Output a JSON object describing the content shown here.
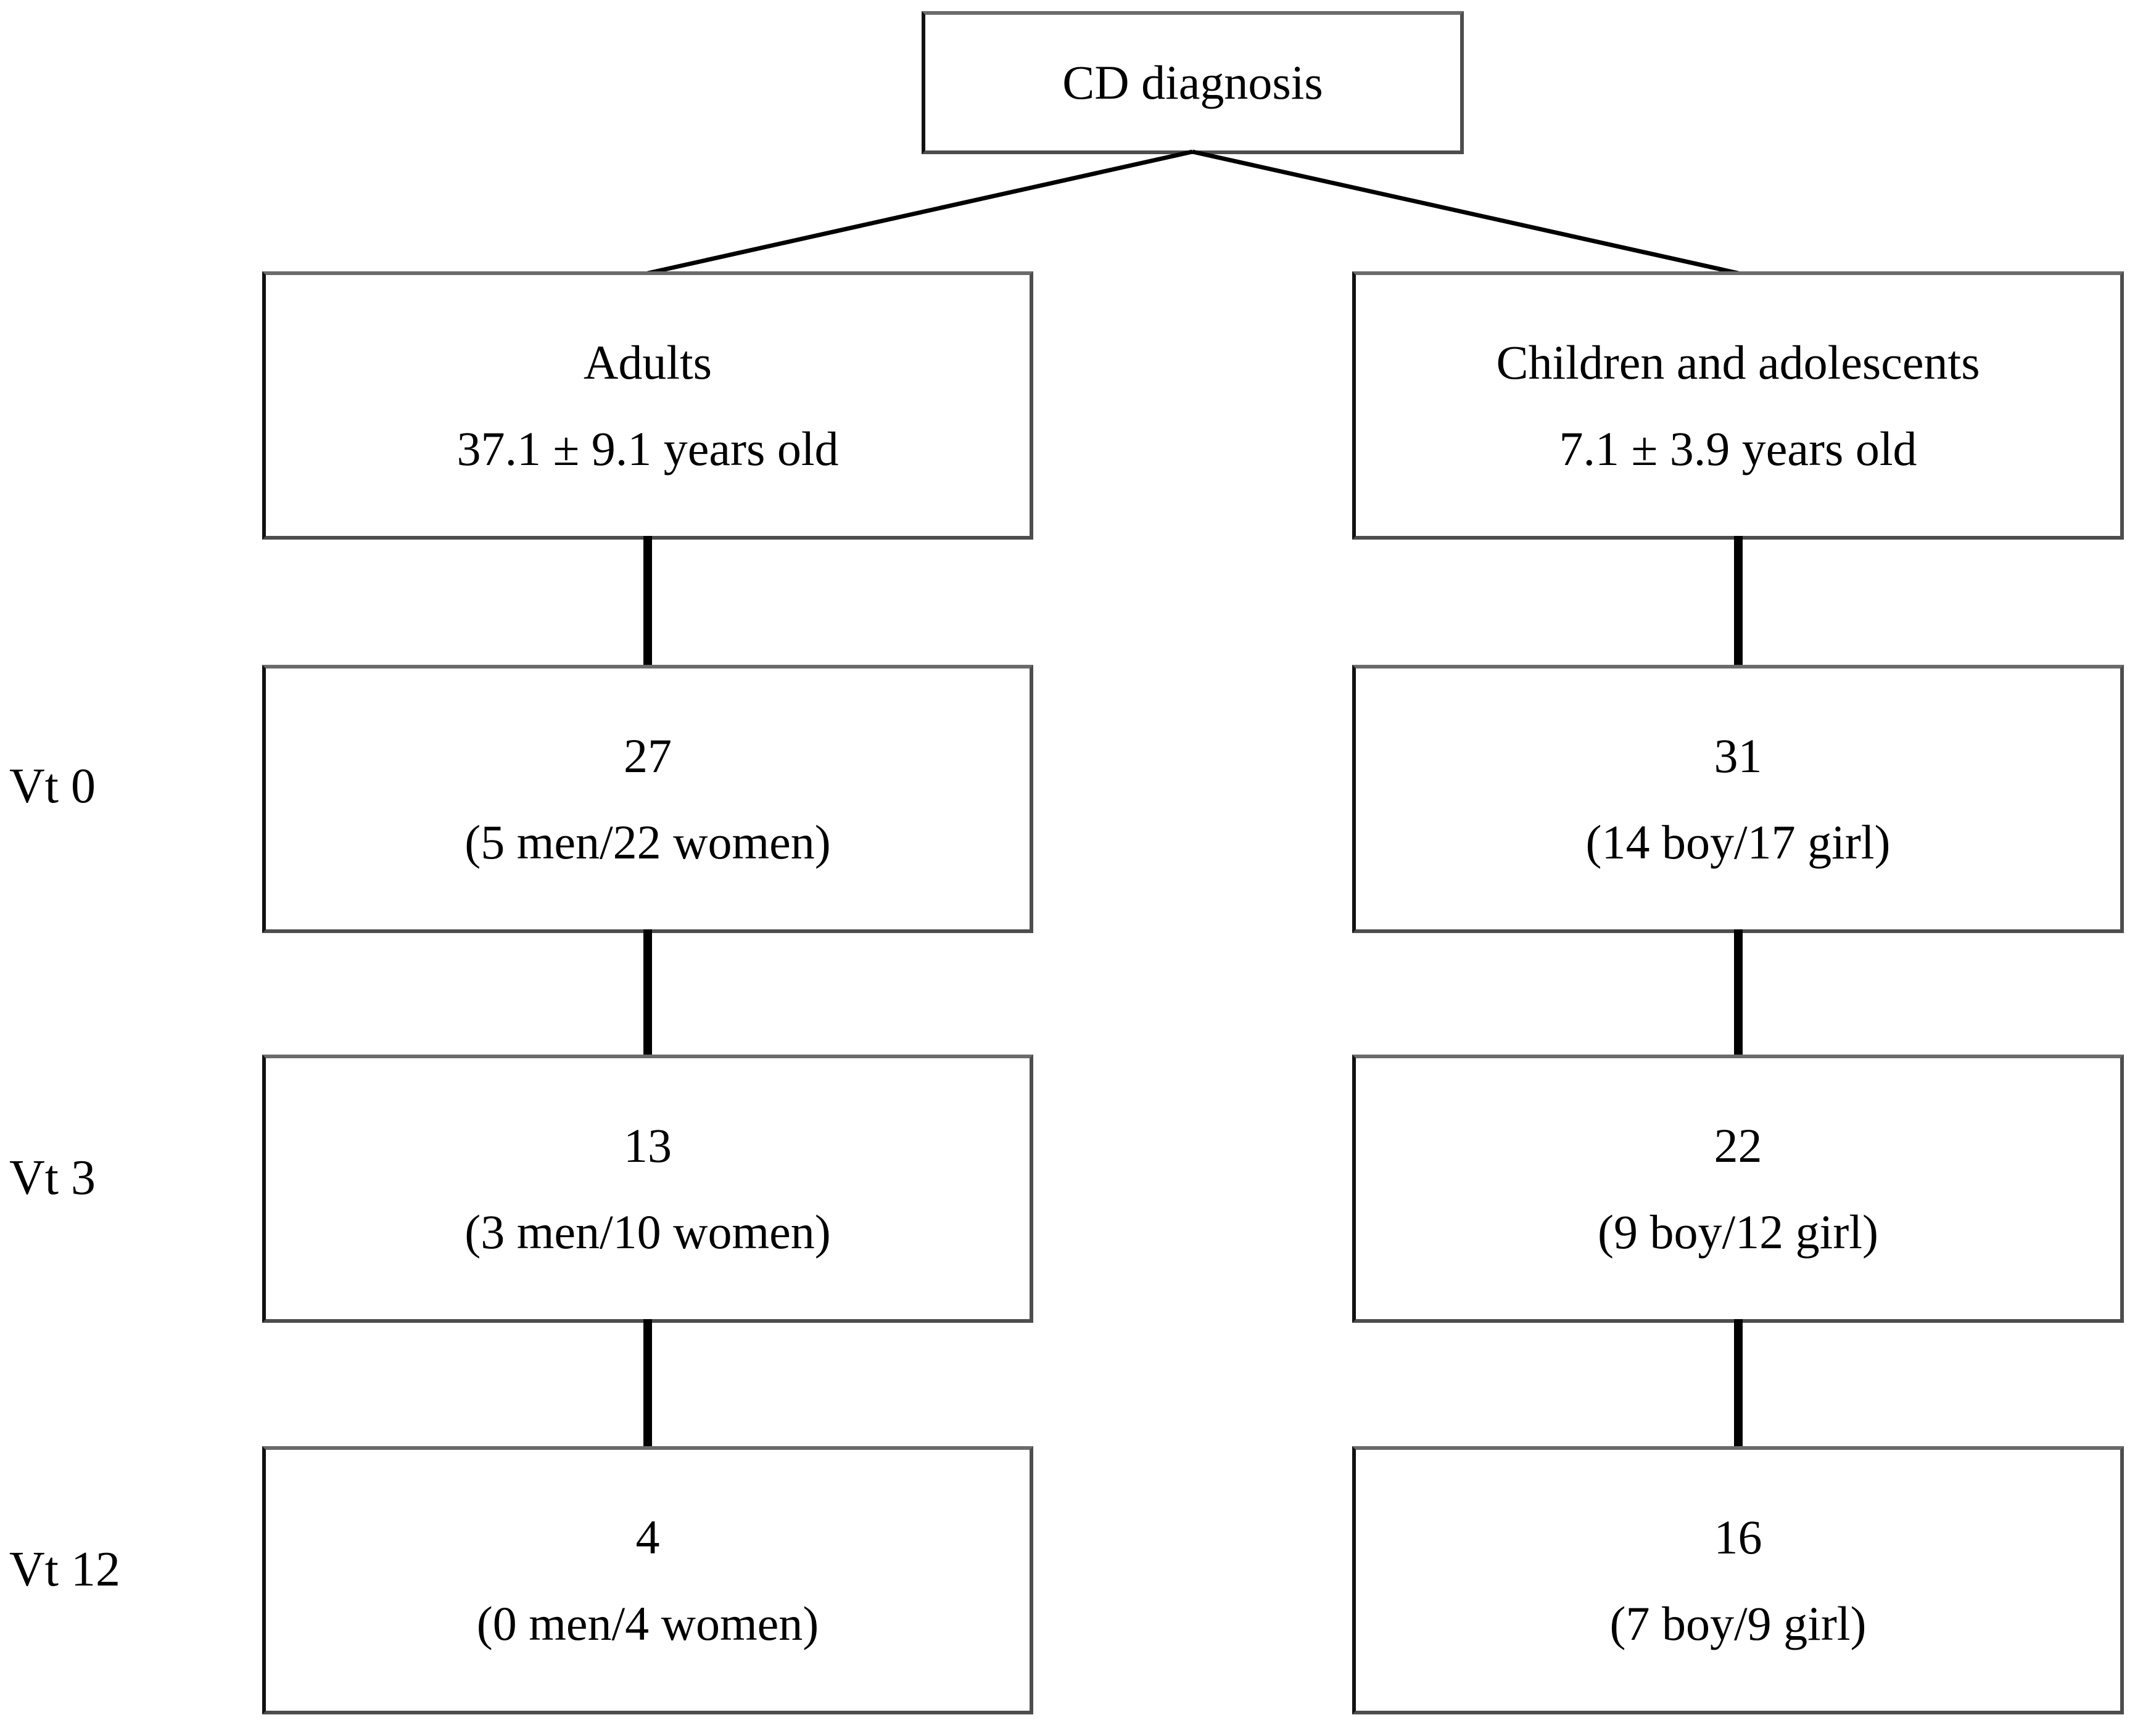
{
  "figure": {
    "type": "flowchart",
    "orientation": "top-down",
    "background_color": "#ffffff",
    "text_color": "#000000",
    "box_border_color": "#4d4d4d",
    "connector_color": "#000000"
  },
  "root": {
    "label": "CD diagnosis"
  },
  "groups": [
    {
      "key": "adults",
      "title": "Adults",
      "age": "37.1 ± 9.1 years old"
    },
    {
      "key": "children",
      "title": "Children and adolescents",
      "age": "7.1 ± 3.9 years old"
    }
  ],
  "visits": [
    {
      "label": "Vt 0",
      "adults": {
        "count": "27",
        "breakdown": "(5 men/22 women)"
      },
      "children": {
        "count": "31",
        "breakdown": "(14 boy/17 girl)"
      }
    },
    {
      "label": "Vt 3",
      "adults": {
        "count": "13",
        "breakdown": "(3 men/10 women)"
      },
      "children": {
        "count": "22",
        "breakdown": "(9 boy/12 girl)"
      }
    },
    {
      "label": "Vt 12",
      "adults": {
        "count": "4",
        "breakdown": "(0 men/4 women)"
      },
      "children": {
        "count": "16",
        "breakdown": "(7 boy/9 girl)"
      }
    }
  ]
}
